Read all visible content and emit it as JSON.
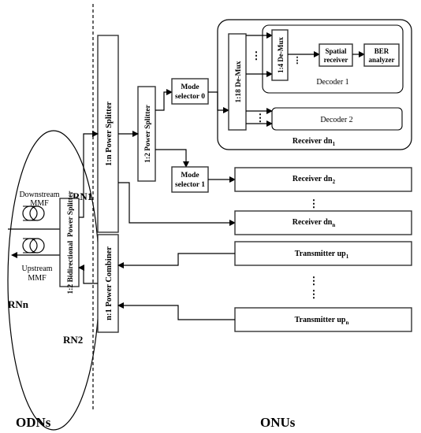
{
  "labels": {
    "odns": "ODNs",
    "onus": "ONUs",
    "rnn": "RNn",
    "rn1": "RN1",
    "rn2": "RN2",
    "downstream_1": "Downstream",
    "downstream_2": "MMF",
    "upstream_1": "Upstream",
    "upstream_2": "MMF"
  },
  "blocks": {
    "bidirectional_splitter": "1:2 Bidirectional  Power Splitter",
    "power_splitter_1n": "1:n Power Splitter",
    "power_combiner": "n:1 Power Combiner",
    "power_splitter_12": "1:2 Power Splitter",
    "mode_selector_0_line1": "Mode",
    "mode_selector_0_line2": "selector 0",
    "mode_selector_1_line1": "Mode",
    "mode_selector_1_line2": "selector 1",
    "demux_18": "1:18 De-Mux",
    "demux_14": "1:4 De-Mux",
    "spatial_receiver_1": "Spatial",
    "spatial_receiver_2": "receiver",
    "ber_analyzer_1": "BER",
    "ber_analyzer_2": "analyzer",
    "decoder_1": "Decoder 1",
    "decoder_2": "Decoder 2"
  },
  "receivers": {
    "dn1_base": "Receiver dn",
    "dn1_sub": "1",
    "dn2_base": "Receiver dn",
    "dn2_sub": "2",
    "dnn_base": "Receiver dn",
    "dnn_sub": "n"
  },
  "transmitters": {
    "up1_base": "Transmitter up",
    "up1_sub": "1",
    "upn_base": "Transmitter up",
    "upn_sub": "n"
  },
  "ellipsis": {
    "vertical": "⋮",
    "vdots": "⋮"
  },
  "colors": {
    "line": "#000000",
    "box_stroke": "#333333"
  }
}
